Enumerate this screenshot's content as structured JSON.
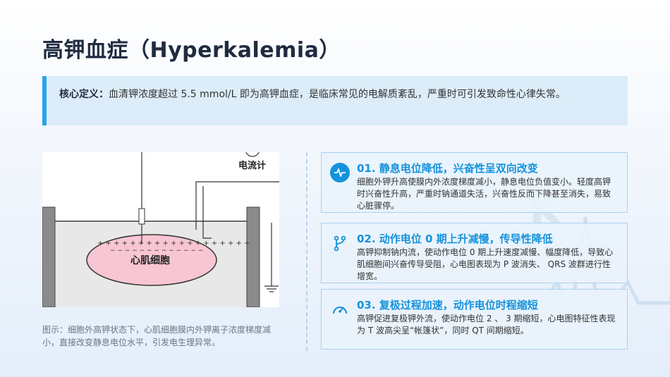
{
  "title": "高钾血症（Hyperkalemia）",
  "definition": {
    "label": "核心定义：",
    "text": "血清钾浓度超过  5.5 mmol/L  即为高钾血症，是临床常见的电解质紊乱，严重时可引发致命性心律失常。"
  },
  "figure": {
    "meter_label": "电流计",
    "cell_label": "心肌细胞"
  },
  "caption": "图示：细胞外高钾状态下，心肌细胞膜内外钾离子浓度梯度减小，直接改变静息电位水平，引发电生理异常。",
  "cards": [
    {
      "icon": "pulse-icon",
      "title": "01. 静息电位降低，兴奋性呈双向改变",
      "text": "细胞外钾升高使膜内外浓度梯度减小，静息电位负值变小。轻度高钾时兴奋性升高，严重时钠通道失活，兴奋性反而下降甚至消失，易致心脏骤停。"
    },
    {
      "icon": "branch-icon",
      "title": "02. 动作电位 0 期上升减慢，传导性降低",
      "text": "高钾抑制钠内流，使动作电位 0 期上升速度减慢、幅度降低，导致心肌细胞间兴奋传导受阻，心电图表现为 P 波消失、 QRS 波群进行性增宽。"
    },
    {
      "icon": "gauge-icon",
      "title": "03. 复极过程加速，动作电位时程缩短",
      "text": "高钾促进复极钾外流，使动作电位 2 、 3 期缩短，心电图特征性表现为 T 波高尖呈“帐篷状”，同时 QT 间期缩短。"
    }
  ],
  "colors": {
    "accent": "#1592dc",
    "icon_bg": "#1592dc"
  }
}
